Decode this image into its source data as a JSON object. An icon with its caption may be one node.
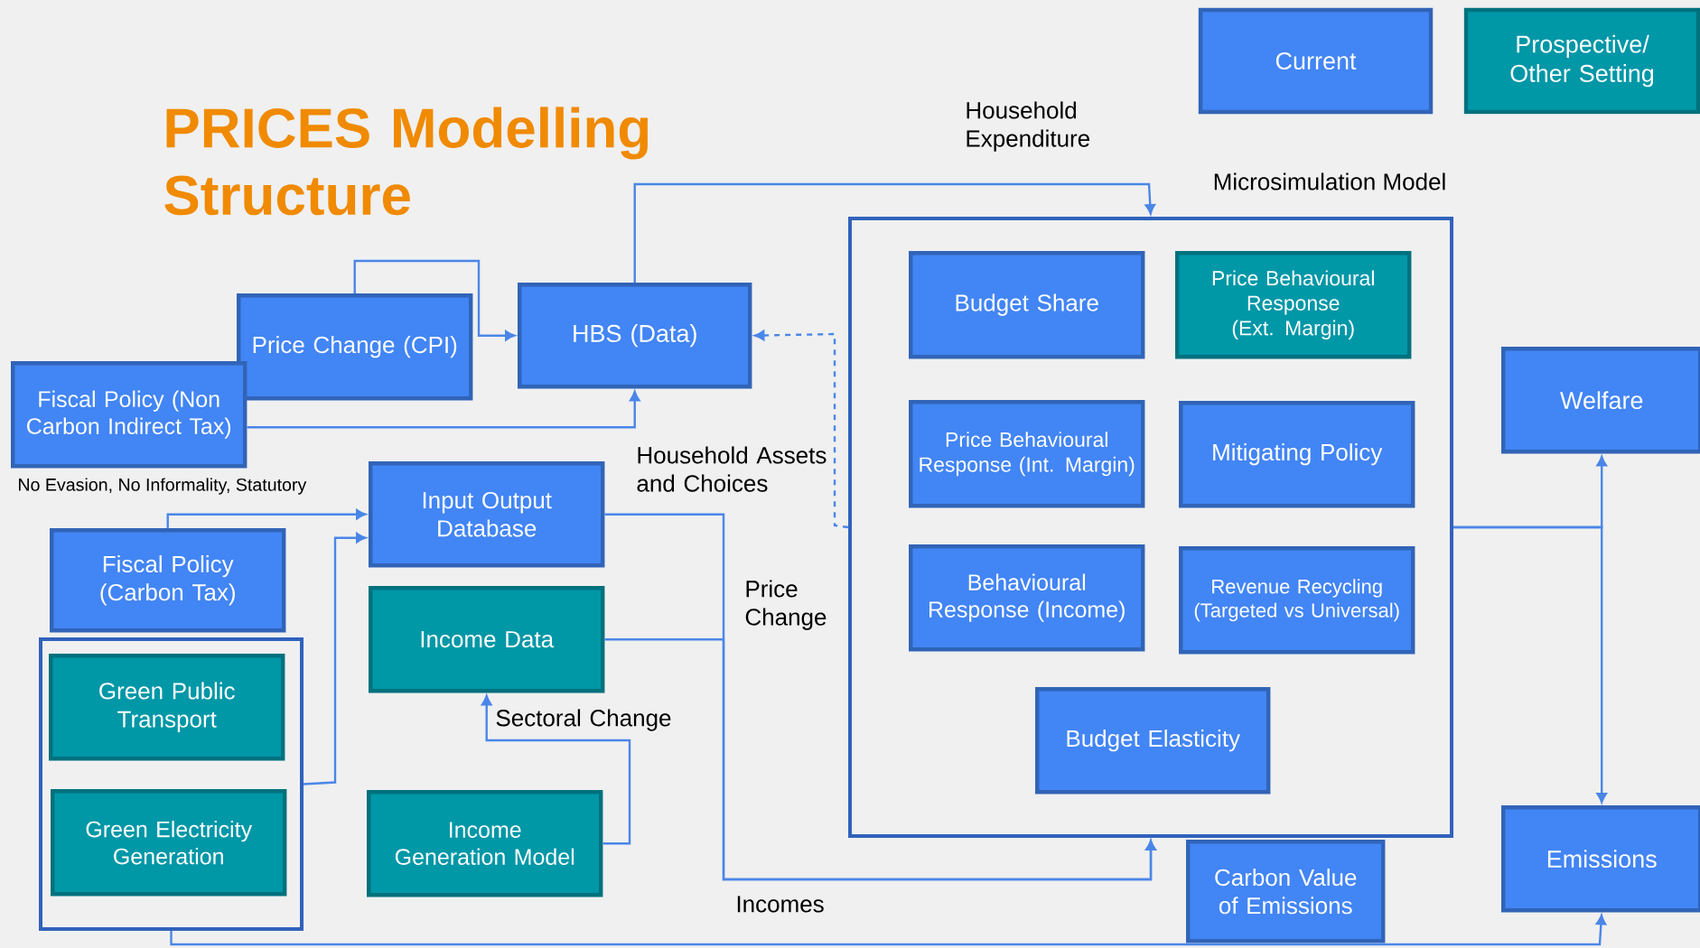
{
  "diagram": {
    "title": "PRICES Modelling Structure",
    "nodes": [
      {
        "text": [
          "Price Change (CPI)"
        ]
      },
      {
        "text": [
          "HBS (Data)"
        ]
      },
      {
        "text": [
          "Fiscal Policy (Non Carbon Indirect Tax)"
        ]
      },
      {
        "text": [
          "Input Output Database"
        ]
      },
      {
        "text": [
          "Fiscal Policy (Carbon Tax)"
        ]
      },
      {
        "text": [],
        "shape": "box"
      },
      {
        "text": [
          "Green Public Transport"
        ],
        "in": 5
      },
      {
        "text": [
          "Green Electricity Generation"
        ],
        "in": 5
      },
      {
        "text": [
          "Income Data"
        ]
      },
      {
        "text": [
          "Income Generation Model"
        ]
      },
      {
        "text": [
          "Microsimulation Model"
        ]
      },
      {
        "text": [
          "Budget Share"
        ],
        "in": 10
      },
      {
        "text": [
          "Price Behavioural Response (Ext. Margin)"
        ],
        "in": 10
      },
      {
        "text": [
          "Price Behavioural Response (Int. Margin)"
        ],
        "in": 10
      },
      {
        "text": [
          "Mitigating Policy"
        ],
        "in": 10
      },
      {
        "text": [
          "Behavioural Response (Income)"
        ],
        "in": 10
      },
      {
        "text": [
          "Revenue Recycling (Targeted vs Universal)"
        ],
        "in": 10
      },
      {
        "text": [
          "Budget Elasticity"
        ],
        "in": 10
      },
      {
        "text": [
          "Carbon Value of Emissions"
        ]
      },
      {
        "text": [
          "Welfare"
        ]
      },
      {
        "text": [
          "Emissions"
        ]
      }
    ],
    "edges": [
      {
        "from": 0,
        "to": 1,
        "arrow": "to"
      },
      {
        "from": 2,
        "to": 1,
        "arrow": "to"
      },
      {
        "from": 1,
        "to": 10,
        "arrow": "to",
        "label": "Household Expenditure"
      },
      {
        "from": 10,
        "to": 1,
        "arrow": "to",
        "style": "dashed",
        "label": "Household Assets and Choices"
      },
      {
        "from": 4,
        "to": 3,
        "arrow": "to"
      },
      {
        "from": 5,
        "to": 3,
        "arrow": "to"
      },
      {
        "from": 3,
        "to": 10,
        "arrow": "to",
        "label": "Price Change"
      },
      {
        "from": 8,
        "to": 10,
        "arrow": "to",
        "label": "Incomes"
      },
      {
        "from": 9,
        "to": 8,
        "arrow": "to",
        "label": "Sectoral Change"
      },
      {
        "from": 10,
        "to": 19,
        "arrow": "to"
      },
      {
        "from": 10,
        "to": 20,
        "arrow": "to"
      },
      {
        "from": 5,
        "to": 20,
        "arrow": "to"
      }
    ],
    "labels": [
      "No Evasion, No Informality, Statutory"
    ],
    "legend": [
      {
        "text": "Current",
        "color": "#4285f4"
      },
      {
        "text": "Prospective/ Other Setting",
        "color": "#0097a7"
      }
    ]
  }
}
